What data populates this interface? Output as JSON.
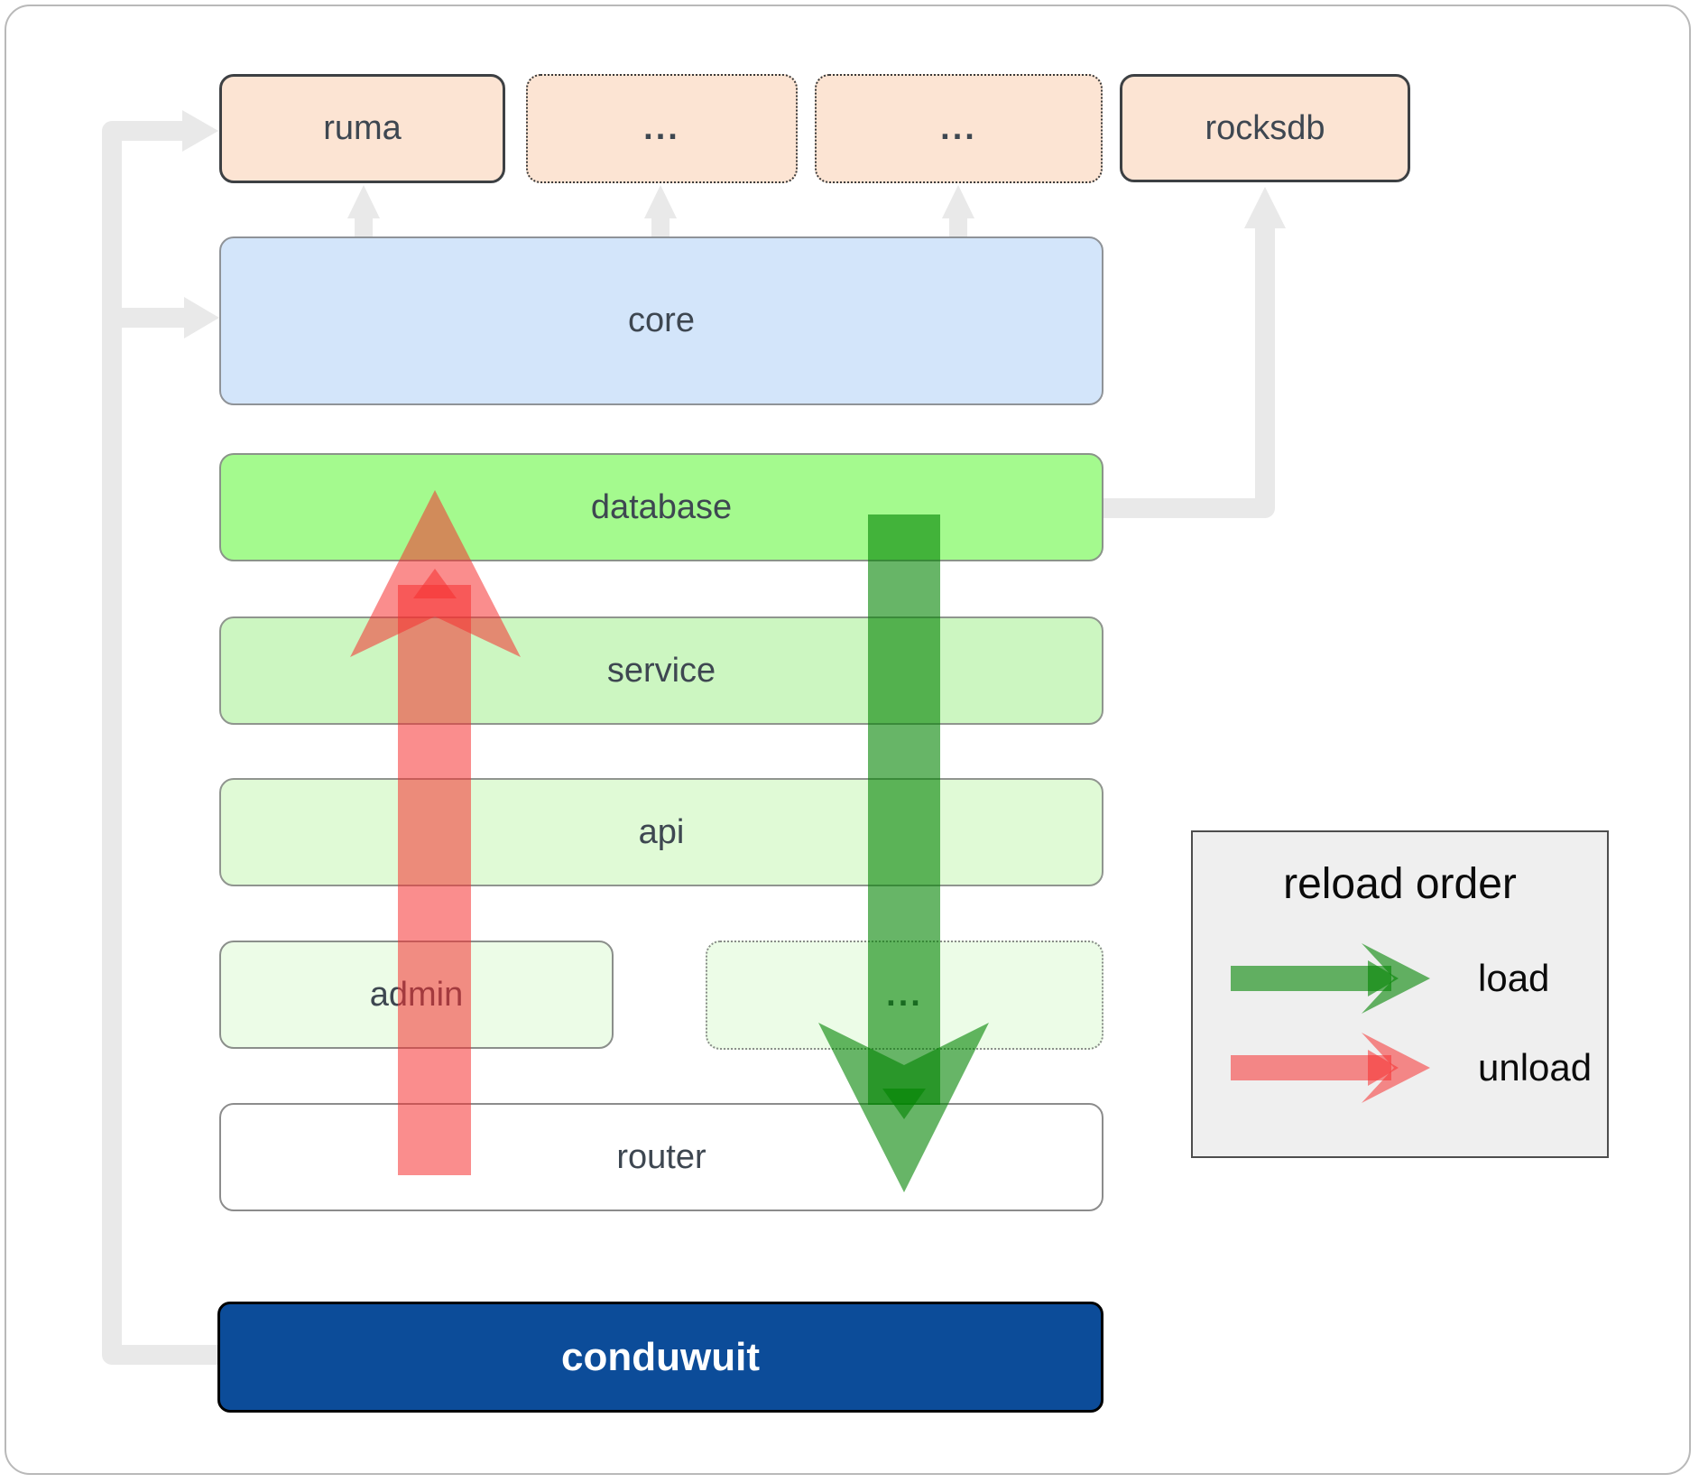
{
  "boxes": {
    "ruma": "ruma",
    "ellipsis_top_1": "...",
    "ellipsis_top_2": "...",
    "rocksdb": "rocksdb",
    "core": "core",
    "database": "database",
    "service": "service",
    "api": "api",
    "admin": "admin",
    "ellipsis_admin_row": "...",
    "router": "router",
    "conduwuit": "conduwuit"
  },
  "legend": {
    "title": "reload order",
    "load": "load",
    "unload": "unload"
  },
  "colors": {
    "dependency_box": "#fce4d3",
    "core_box": "#d3e5fa",
    "database_box": "#a4fa8e",
    "service_box": "#ccf6c1",
    "api_box": "#e0fad6",
    "admin_box": "#ecfce7",
    "router_box": "#ffffff",
    "conduwuit_box": "#0c4c99",
    "connector_gray": "#e9e9e9",
    "load_arrow_green": "#028402",
    "unload_arrow_red": "#f63030",
    "label_text": "#3e4751"
  }
}
